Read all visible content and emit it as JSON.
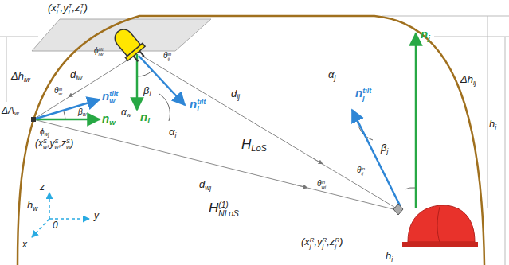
{
  "diagram": {
    "labels": [
      "(x",
      "i",
      "T",
      ",y",
      "i",
      "T",
      ",z",
      "i",
      "T",
      ")",
      "Δh",
      "iw",
      "d",
      "iw",
      "ϕ",
      "iw",
      "tilt",
      "θ",
      "ij",
      "in",
      "β",
      "i",
      "n",
      "i",
      "n",
      "i",
      "tilt",
      "α",
      "i",
      "d",
      "ij",
      "H",
      "LoS",
      "α",
      "j",
      "n",
      "j",
      "tilt",
      "n",
      "j",
      "Δh",
      "ij",
      "h",
      "i",
      "θ",
      "wj",
      "in",
      "θ",
      "ij",
      "in",
      "β",
      "j",
      "d",
      "wj",
      "H",
      "NLoS",
      "(1)",
      "(x",
      "j",
      "R",
      ",y",
      "j",
      "R",
      ",z",
      "j",
      "R",
      ")",
      "h",
      "i",
      "h",
      "w",
      "(x",
      "w",
      "S",
      ",y",
      "w",
      "S",
      ",z",
      "w",
      "S",
      ")",
      "ΔA",
      "w",
      "n",
      "w",
      "tilt",
      "θ",
      "w",
      "in",
      "α",
      "w",
      "β",
      "w",
      "ϕ",
      "wj",
      "n",
      "w",
      "z",
      "y",
      "x",
      "0"
    ]
  }
}
